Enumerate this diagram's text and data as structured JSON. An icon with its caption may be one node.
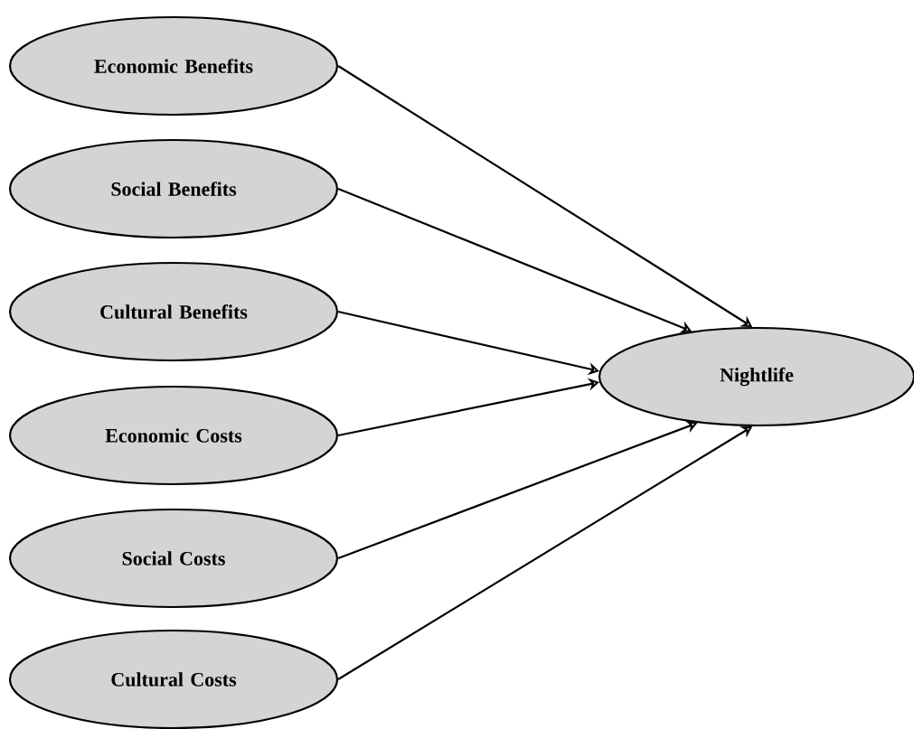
{
  "diagram": {
    "nodes": [
      {
        "text": [
          "Economic Benefits"
        ]
      },
      {
        "text": [
          "Social Benefits"
        ]
      },
      {
        "text": [
          "Cultural Benefits"
        ]
      },
      {
        "text": [
          "Economic Costs"
        ]
      },
      {
        "text": [
          "Social Costs"
        ]
      },
      {
        "text": [
          "Cultural  Costs"
        ]
      },
      {
        "text": [
          "Nightlife"
        ]
      }
    ],
    "edges": [
      {
        "from": 0,
        "to": 6,
        "arrow": "to"
      },
      {
        "from": 1,
        "to": 6,
        "arrow": "to"
      },
      {
        "from": 2,
        "to": 6,
        "arrow": "to"
      },
      {
        "from": 3,
        "to": 6,
        "arrow": "to"
      },
      {
        "from": 4,
        "to": 6,
        "arrow": "to"
      },
      {
        "from": 5,
        "to": 6,
        "arrow": "to"
      }
    ]
  }
}
